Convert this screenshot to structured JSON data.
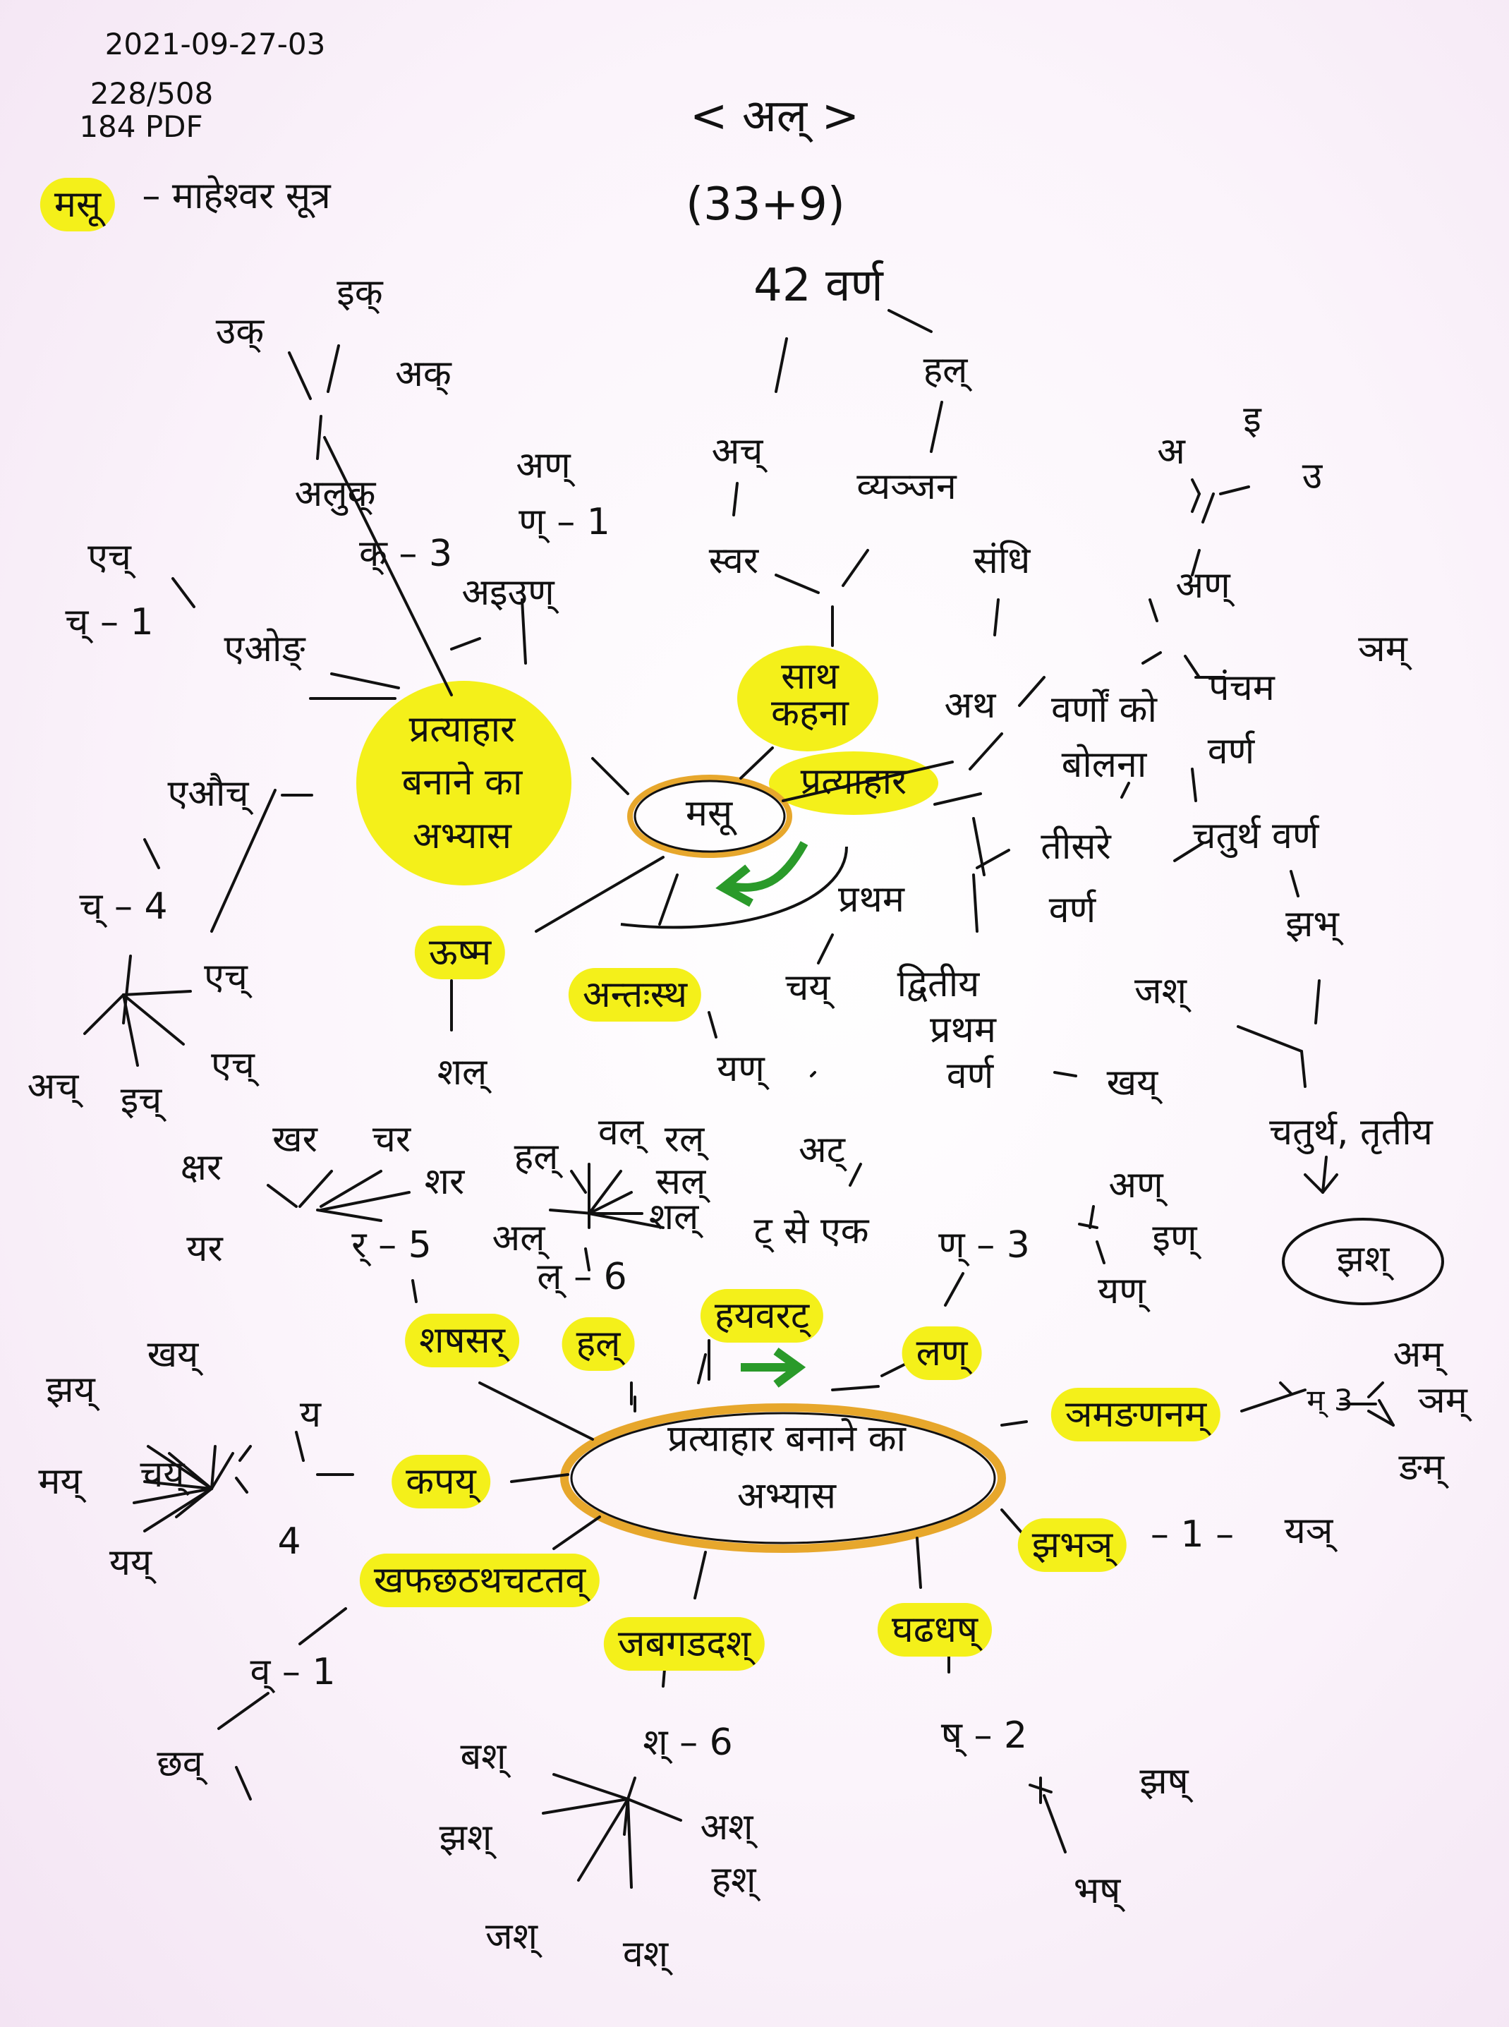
{
  "header": {
    "date": "2021-09-27-03",
    "pages": "228/508",
    "pdf": "184 PDF",
    "abbr": "मसू",
    "abbr_full": "– माहेश्वर सूत्र"
  },
  "top": {
    "title": "< अल् >",
    "count": "(33+9)",
    "total": "42 वर्ण",
    "ac": "अच्",
    "hal": "हल्",
    "svar": "स्वर",
    "vyanjan": "व्यञ्जन",
    "saath_kahna": "साथ कहना"
  },
  "center1": {
    "label": "मसू",
    "pratyahar": "प्रत्याहार",
    "uddeshya": "प्रत्याहार बनाने का अभ्यास",
    "ushma": "ऊष्म",
    "antastha": "अन्तःस्थ"
  },
  "left1": {
    "uk": "उक्",
    "ik": "इक्",
    "ak": "अक्",
    "alak": "अलुक्",
    "k3": "क् – 3",
    "an": "अण्",
    "n1": "ण् – 1",
    "aiun": "अइउण्",
    "ec": "एच्",
    "ec_num": "च् – 1",
    "en": "एओङ्",
    "eaic": "एऔच्",
    "c4": "च् – 4",
    "ec2": "एच्",
    "ech": "एच्",
    "ac2": "अच्",
    "ic": "इच्",
    "shal": "शल्",
    "yan": "यण्"
  },
  "right1": {
    "a": "अ",
    "i": "इ",
    "u": "उ",
    "an": "अण्",
    "sandhi": "संधि",
    "ath": "अथ",
    "varno_ko_bolna": "वर्णों को बोलना",
    "pancham": "पंचम",
    "pancham_varn": "वर्ण",
    "nam": "ञम्",
    "chaturth": "चतुर्थ वर्ण",
    "jhabh": "झभ्",
    "tisre": "तीसरे",
    "tisre_varn": "वर्ण",
    "pratham": "प्रथम",
    "chay": "चय्",
    "dvitiya": "द्वितीय",
    "dvitiya2": "प्रथम",
    "dvitiya3": "वर्ण",
    "khay": "खय्",
    "jash": "जश्",
    "chaturth_tritiya": "चतुर्थ, तृतीय",
    "jhash": "झश्"
  },
  "mid": {
    "kshar": "क्षर",
    "khar": "खर",
    "char": "चर",
    "shar": "शर",
    "yar": "यर",
    "r5": "र् – 5",
    "shpaar": "शषसर्",
    "hal2": "हल्",
    "val": "वल्",
    "ral": "रल्",
    "sal": "सल्",
    "shal2": "शल्",
    "al": "अल्",
    "l6": "ल् – 6",
    "hal3": "हल्",
    "at": "अट्",
    "t_se_ek": "ट् से एक",
    "hayavarat": "हयवरट्",
    "n3": "ण् – 3",
    "an2": "अण्",
    "in": "इण्",
    "yan2": "यण्",
    "lan": "लण्",
    "ama": "अम्",
    "nm": "ञम्",
    "ngm": "ङम्",
    "m3": "म् 3",
    "namnanam": "ञमङणनम्",
    "jhabhay": "झभञ्",
    "one": "– 1 –",
    "yay": "यञ्",
    "ghaDhaDhash": "घढधष्",
    "sh2": "ष् – 2",
    "jhash2": "झष्",
    "bhash": "भष्",
    "jabagadadash": "जबगडदश्",
    "sh6": "श् – 6",
    "bash": "बश्",
    "jhash3": "झश्",
    "ash": "अश्",
    "hash": "हश्",
    "jash2": "जश्",
    "vash": "वश्",
    "khaphachhaThatha": "खफछठथचटतव्",
    "v1": "व् – 1",
    "chhav": "छव्",
    "kapay": "कपय्",
    "y": "य",
    "y4": "4",
    "khay2": "खय्",
    "jhay": "झय्",
    "may": "मय्",
    "yay2": "यय्",
    "chay2": "चय्",
    "prat2": "प्रत्याहार बनाने का अभ्यास"
  },
  "colors": {
    "highlight": "#f4f01a",
    "orange": "#e7a72c",
    "green": "#2a9a2a",
    "ink": "#111111"
  }
}
